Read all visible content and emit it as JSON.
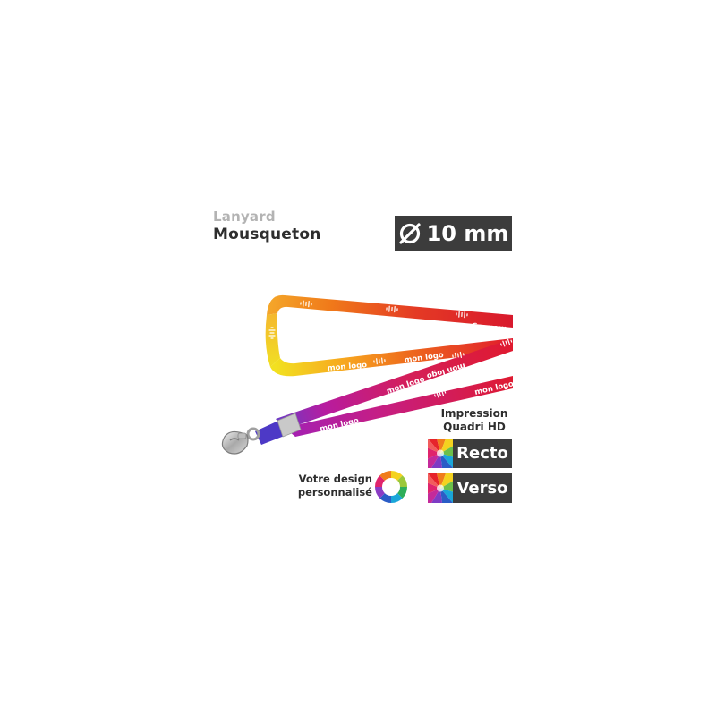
{
  "header": {
    "line1": "Lanyard",
    "line2": "Mousqueton"
  },
  "diameter_badge": {
    "label": "10 mm",
    "icon": "diameter-icon"
  },
  "lanyard_print": {
    "text": "mon logo",
    "colors": [
      "#e0182d",
      "#f07a1a",
      "#f4d21f",
      "#d01f66",
      "#b01b9a",
      "#5a3cc0"
    ]
  },
  "impression": {
    "line1": "Impression",
    "line2": "Quadri HD",
    "recto": "Recto",
    "verso": "Verso"
  },
  "design": {
    "line1": "Votre design",
    "line2": "personnalisé",
    "icon": "color-wheel-icon"
  },
  "colors": {
    "badge_bg": "#3c3c3c",
    "text_dark": "#2e2e2e",
    "text_light": "#b3b3b3"
  }
}
